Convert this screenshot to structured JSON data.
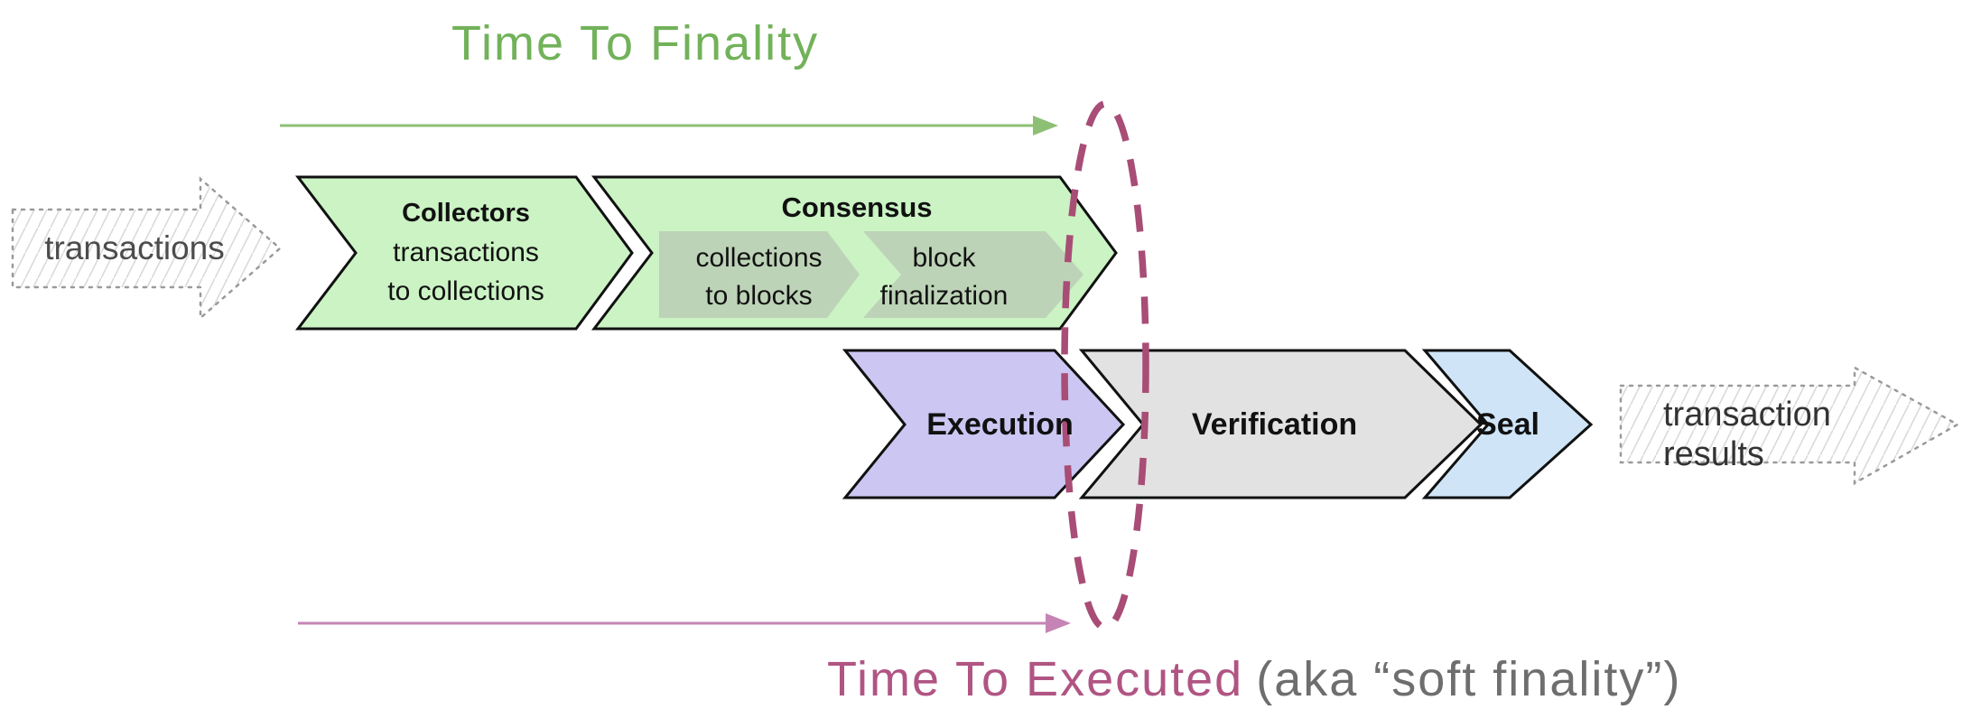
{
  "colors": {
    "outline": "#111111",
    "stage_green": "#cbf3c4",
    "consensus_step": "#bdd3b7",
    "execution_purple": "#cbc6f2",
    "verification_gray": "#e2e2e2",
    "seal_blue": "#cfe5f7",
    "finality_green": "#72b25a",
    "finality_arrow": "#8dbf75",
    "executed_rose": "#b05583",
    "executed_dash": "#a84d76",
    "executed_arrow": "#c584b5",
    "note_gray": "#6e6e6e",
    "sketch_text": "#4c4c4c",
    "sketch_dot": "#9a9a9a",
    "sketch_hatch": "#d9d9d9"
  },
  "timelines": {
    "finality": {
      "label": "Time To Finality"
    },
    "executed": {
      "label": "Time To Executed",
      "note": "(aka “soft finality”)"
    }
  },
  "io": {
    "input_label": "transactions",
    "output_line1": "transaction",
    "output_line2": "results"
  },
  "stages": {
    "collectors": {
      "name": "Collectors",
      "desc1": "transactions",
      "desc2": "to collections"
    },
    "consensus": {
      "name": "Consensus",
      "steps": [
        {
          "line1": "collections",
          "line2": "to blocks"
        },
        {
          "line1": "block",
          "line2": "finalization"
        }
      ]
    },
    "execution": {
      "name": "Execution"
    },
    "verification": {
      "name": "Verification"
    },
    "seal": {
      "name": "Seal"
    }
  }
}
